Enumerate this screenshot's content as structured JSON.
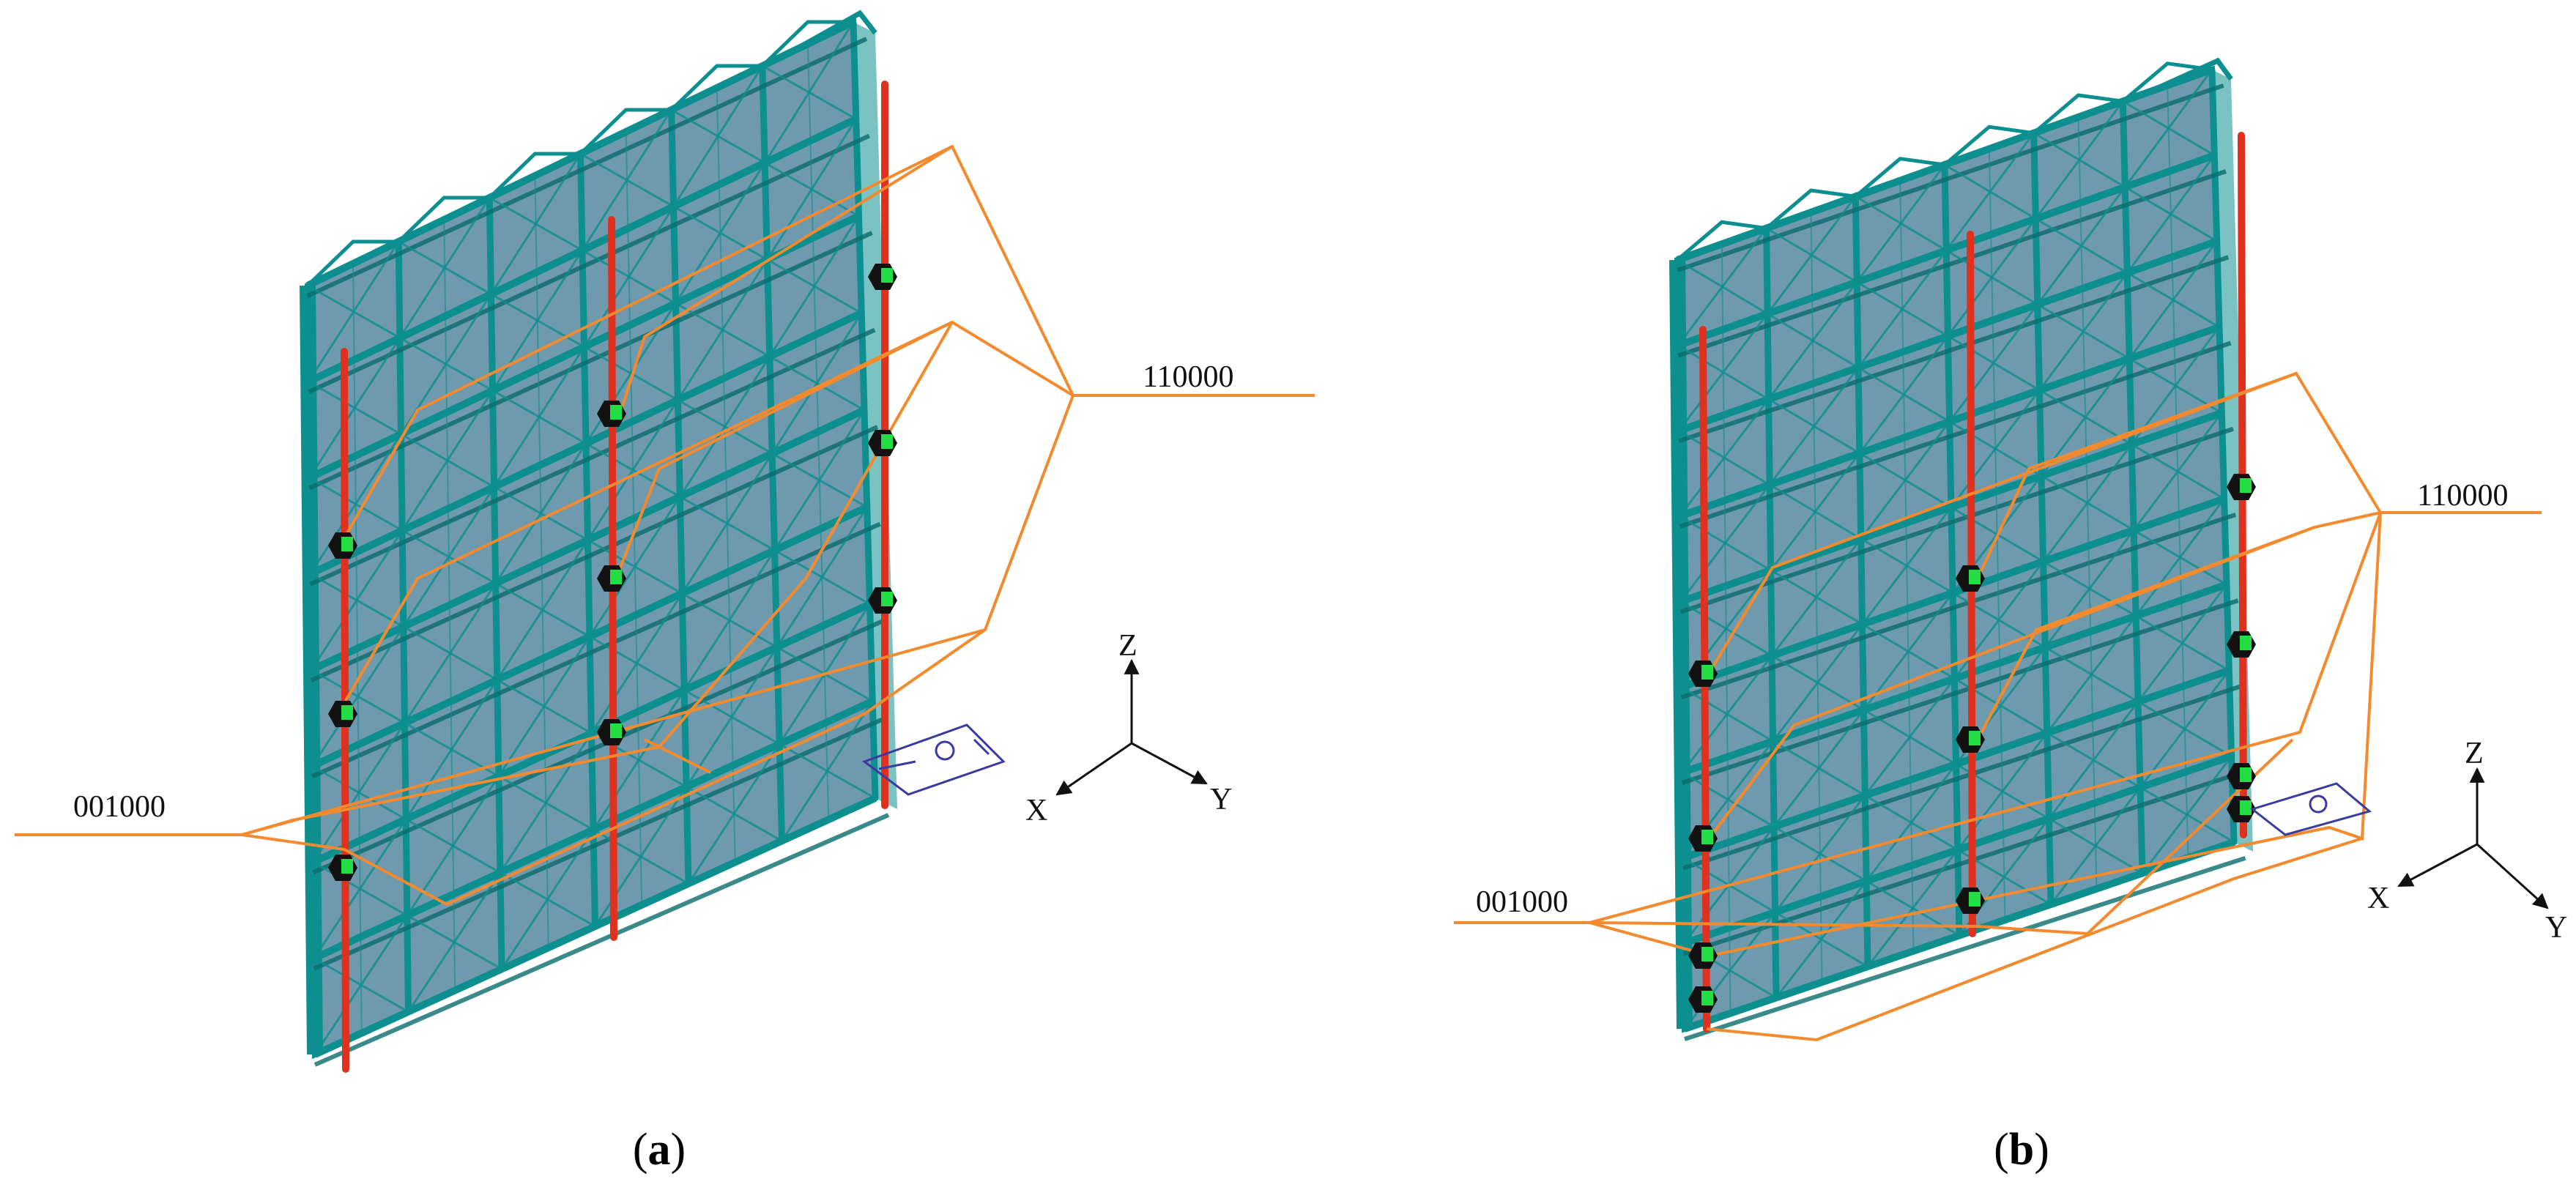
{
  "colors": {
    "frame": "#0e8f8f",
    "frame_dark": "#0a6d6d",
    "panel": "#6f99ad",
    "red_column": "#e0301e",
    "orange_callout": "#f38a2e",
    "sensor_green": "#22dd44",
    "sensor_black": "#111111",
    "triad_blue": "#3a3aa0"
  },
  "panel_a": {
    "label_top": "110000",
    "label_bottom": "001000",
    "axes": {
      "z": "Z",
      "x": "X",
      "y": "Y"
    },
    "caption_letter": "a"
  },
  "panel_b": {
    "label_top": "110000",
    "label_bottom": "001000",
    "axes": {
      "z": "Z",
      "x": "X",
      "y": "Y"
    },
    "caption_letter": "b"
  }
}
